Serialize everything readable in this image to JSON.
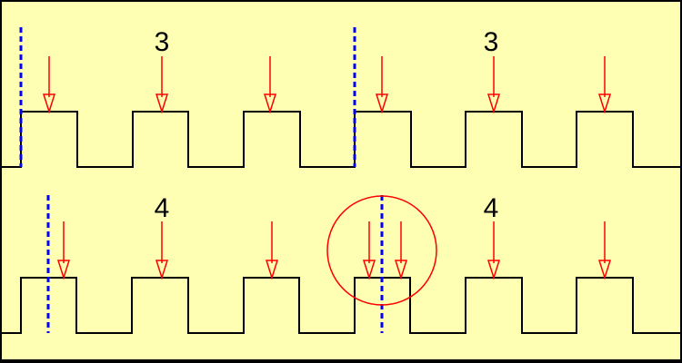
{
  "colors": {
    "background": "#ffffb4",
    "signal": "#000000",
    "arrow": "#ff0000",
    "marker": "#0000ff",
    "highlight": "#ff0000"
  },
  "rows": [
    {
      "labels": [
        "3",
        "3"
      ]
    },
    {
      "labels": [
        "4",
        "4"
      ]
    }
  ]
}
